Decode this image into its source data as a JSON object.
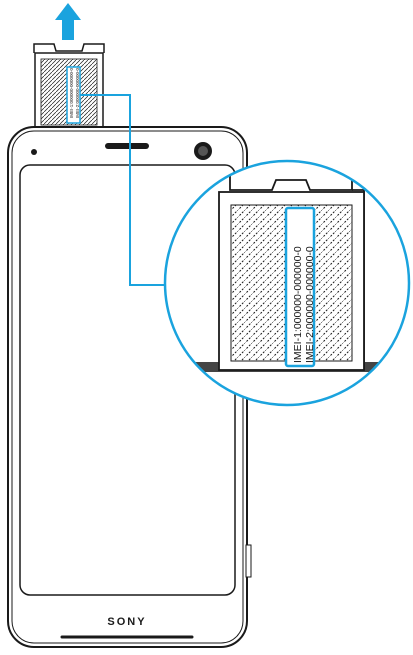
{
  "brand": {
    "logo_text": "SONY"
  },
  "tray": {
    "imei_lines": [
      "IMEI-1:000000-000000-0",
      "IMEI-2:000000-000000-0"
    ],
    "imei_lines_small": [
      "IMEI-1:000000-000000-0",
      "IMEI-2:000000-000000-0"
    ]
  },
  "colors": {
    "accent": "#1aa3de",
    "outline": "#1a1a1a",
    "background": "#ffffff"
  },
  "icons": {
    "direction_arrow": "arrow-up-icon",
    "camera": "front-camera-icon",
    "sensor": "proximity-sensor-icon"
  }
}
